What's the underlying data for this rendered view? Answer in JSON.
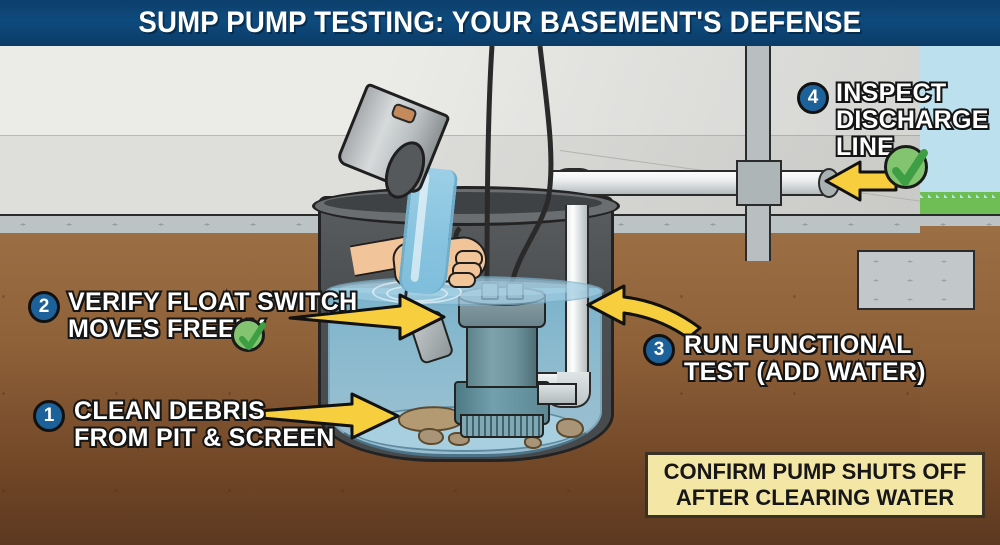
{
  "title": "SUMP PUMP TESTING: YOUR BASEMENT'S DEFENSE",
  "colors": {
    "title_bar": "#0e4a7d",
    "badge": "#1C6199",
    "arrow": "#F6CE3E",
    "check_circle": "#82C46F",
    "note_bg": "#F4E6A4",
    "sky": "#BDE0EF",
    "grass": "#6EBE55",
    "soil": "#8F6139",
    "concrete": "#BCC3C4",
    "water": "#9DCCE2"
  },
  "steps": [
    {
      "number": "1",
      "text": "CLEAN DEBRIS\nFROM PIT & SCREEN",
      "has_check": false,
      "arrow": "arrow-right-step1",
      "target": "pit-debris"
    },
    {
      "number": "2",
      "text": "VERIFY FLOAT SWITCH\nMOVES FREELY",
      "has_check": true,
      "arrow": "arrow-right-step2",
      "target": "float-switch"
    },
    {
      "number": "3",
      "text": "RUN FUNCTIONAL\nTEST (ADD WATER)",
      "has_check": false,
      "arrow": "arrow-left-curved-step3",
      "target": "water-level"
    },
    {
      "number": "4",
      "text": "INSPECT\nDISCHARGE\nLINE",
      "has_check": true,
      "arrow": "arrow-left-step4",
      "target": "discharge-pipe-outlet"
    }
  ],
  "note": "CONFIRM PUMP SHUTS OFF\nAFTER CLEARING WATER",
  "scene": {
    "bucket": "bucket-pouring-water",
    "hand": "hand-holding-float-switch",
    "pump": "submersible-sump-pump",
    "pit": "sump-pit-basin",
    "discharge": "discharge-pipe",
    "debris": "sediment-debris",
    "slab": "concrete-floor-slab",
    "grass": "lawn-outside",
    "wall": "basement-foundation-wall"
  }
}
